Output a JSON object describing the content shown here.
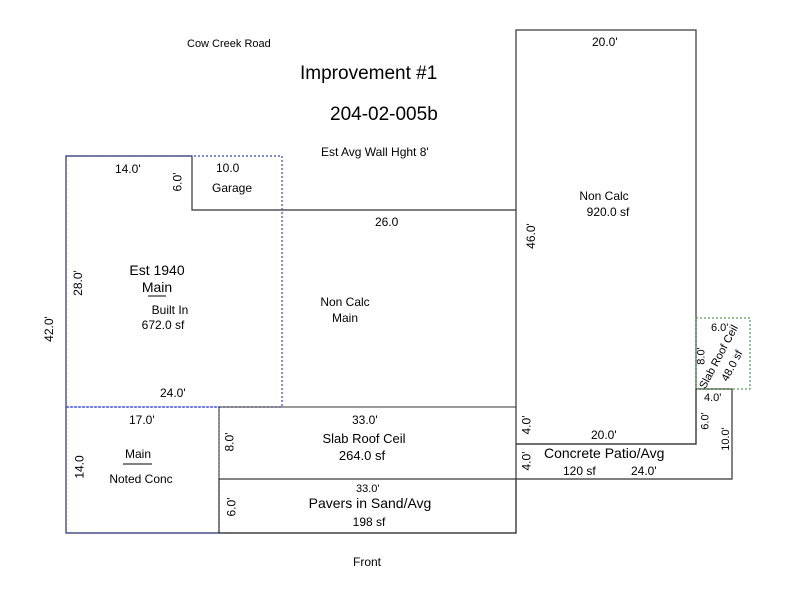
{
  "header": {
    "road": "Cow Creek Road",
    "title": "Improvement #1",
    "parcel_id": "204-02-005b",
    "wall_height": "Est Avg Wall Hght 8'"
  },
  "footer": {
    "front": "Front"
  },
  "colors": {
    "outline": "#333333",
    "main_dotted": "#3344cc",
    "slab_dotted": "#2d8a2d"
  },
  "areas": {
    "main": {
      "year": "Est 1940",
      "name": "Main",
      "type": "Built In",
      "area": "672.0 sf",
      "dim_top": "14.0'",
      "dim_side": "28.0'",
      "dim_bottom": "24.0'",
      "dim_notch": "6.0'",
      "dim_overall": "42.0'"
    },
    "garage": {
      "name": "Garage",
      "dim": "10.0",
      "dim_wall": "26.0"
    },
    "main_non_calc": {
      "line1": "Non Calc",
      "line2": "Main"
    },
    "non_calc_tall": {
      "name": "Non Calc",
      "area": "920.0 sf",
      "dim_top": "20.0'",
      "dim_side": "46.0'",
      "dim_bottom": "20.0'"
    },
    "main_noted": {
      "name": "Main",
      "type": "Noted Conc",
      "dim_top": "17.0'",
      "dim_side": "14.0"
    },
    "slab_roof": {
      "name": "Slab Roof Ceil",
      "area": "264.0 sf",
      "dim_top": "33.0'",
      "dim_side": "8.0'",
      "dim_right": "4.0'"
    },
    "pavers": {
      "name": "Pavers in Sand/Avg",
      "area": "198 sf",
      "dim_top": "33.0'",
      "dim_side": "6.0'"
    },
    "patio": {
      "name": "Concrete Patio/Avg",
      "area": "120 sf",
      "dim_length": "24.0'",
      "dim_left": "4.0'",
      "dim_right": "10.0'",
      "dim_top": "4.0'",
      "dim_inner": "6.0'"
    },
    "slab_small": {
      "name": "Slab Roof Ceil",
      "area": "48.0 sf",
      "dim_top": "6.0'",
      "dim_side": "8.0'"
    }
  }
}
